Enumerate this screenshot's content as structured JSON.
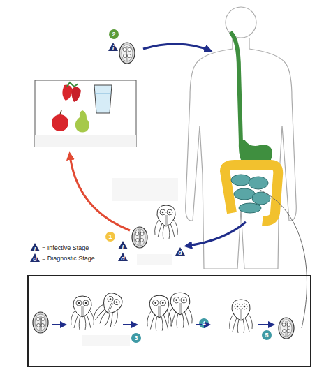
{
  "diagram": {
    "labels": [
      "2",
      "i",
      "1",
      "i",
      "d",
      "d",
      "i",
      "d",
      "3",
      "4",
      "5"
    ],
    "legend": [
      {
        "text": "= Infective Stage"
      },
      {
        "text": "= Diagnostic Stage"
      }
    ]
  }
}
